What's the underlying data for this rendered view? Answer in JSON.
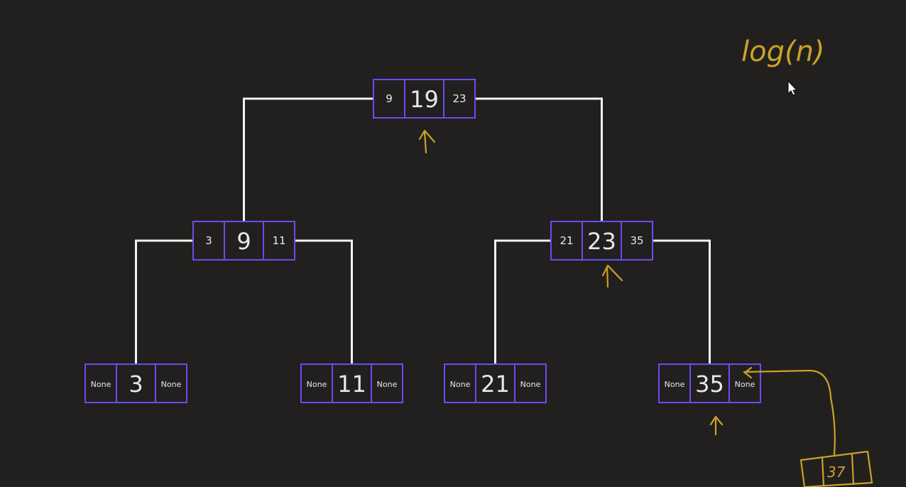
{
  "colors": {
    "background": "#221f1f",
    "node_border": "#6a4cf0",
    "edge": "#f2f2f2",
    "text": "#e8e8e8",
    "annotation": "#c9a227"
  },
  "diagram": {
    "nodes": [
      {
        "id": "n19",
        "left": "9",
        "value": "19",
        "right": "23"
      },
      {
        "id": "n9",
        "left": "3",
        "value": "9",
        "right": "11"
      },
      {
        "id": "n23",
        "left": "21",
        "value": "23",
        "right": "35"
      },
      {
        "id": "n3",
        "left": "None",
        "value": "3",
        "right": "None"
      },
      {
        "id": "n11",
        "left": "None",
        "value": "11",
        "right": "None"
      },
      {
        "id": "n21",
        "left": "None",
        "value": "21",
        "right": "None"
      },
      {
        "id": "n35",
        "left": "None",
        "value": "35",
        "right": "None"
      }
    ],
    "edges": [
      {
        "from": "n19",
        "to": "n9",
        "side": "left"
      },
      {
        "from": "n19",
        "to": "n23",
        "side": "right"
      },
      {
        "from": "n9",
        "to": "n3",
        "side": "left"
      },
      {
        "from": "n9",
        "to": "n11",
        "side": "right"
      },
      {
        "from": "n23",
        "to": "n21",
        "side": "left"
      },
      {
        "from": "n23",
        "to": "n35",
        "side": "right"
      }
    ],
    "annotations": {
      "complexity": "log(n)",
      "new_value": "37"
    }
  }
}
